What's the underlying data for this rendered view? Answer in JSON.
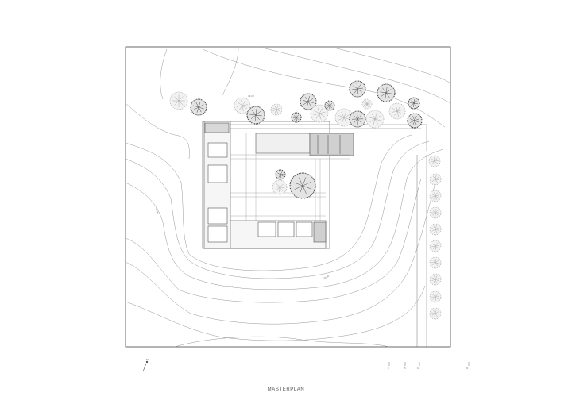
{
  "drawing": {
    "caption": "MASTERPLAN",
    "line_color": "#555555",
    "tree_color": "#4a4a4a",
    "contour_labels": [
      "32.00",
      "31.00",
      "30.00",
      "33.00"
    ],
    "scale_marks": [
      "0",
      "5",
      "10",
      "20",
      "50"
    ]
  }
}
